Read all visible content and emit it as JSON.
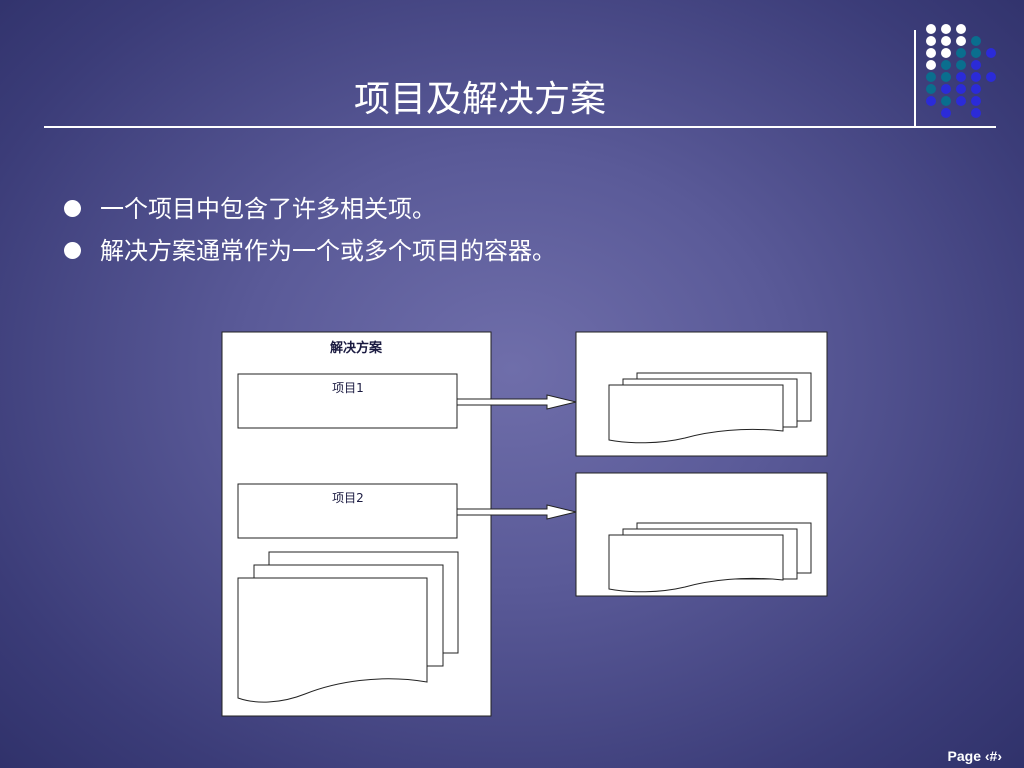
{
  "slide": {
    "title": "项目及解决方案",
    "bullets": [
      "一个项目中包含了许多相关项。",
      "解决方案通常作为一个或多个项目的容器。"
    ]
  },
  "diagram": {
    "solution_label": "解决方案",
    "project1_label": "项目1",
    "project2_label": "项目2"
  },
  "footer": {
    "page_label": "Page ‹#›"
  },
  "colors": {
    "dot_white": "#ffffff",
    "dot_teal": "#0a6e8e",
    "dot_blue": "#2b2bd8"
  }
}
